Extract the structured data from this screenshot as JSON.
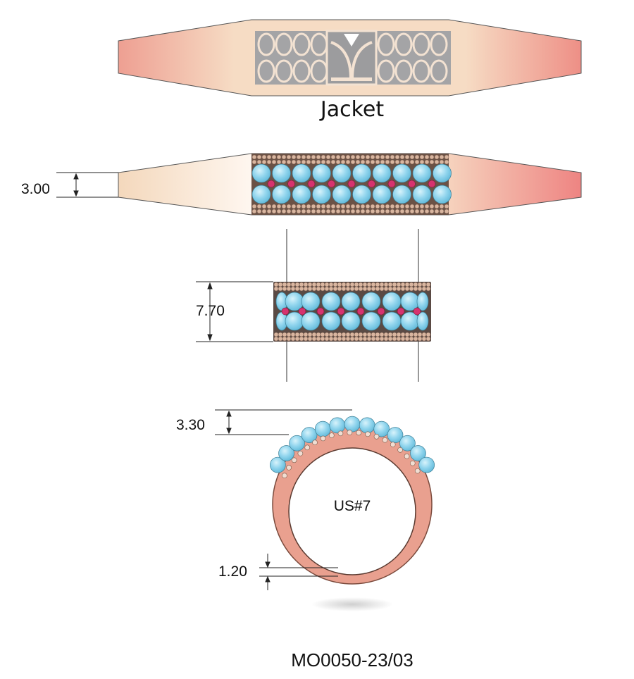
{
  "title": "Jacket",
  "drawing_code": "MO0050-23/03",
  "ring_size": "US#7",
  "dimensions": {
    "band_end_height": "3.00",
    "band_width": "7.70",
    "stone_height": "3.30",
    "shank_thickness": "1.20"
  },
  "colors": {
    "rose_gold": "#e9a08f",
    "cream": "#f6dcc4",
    "pattern_gray": "#a4a4a6",
    "aqua_stone": "#8fd3ec",
    "pink_stone": "#d6336f",
    "bead": "#d9b6a0"
  }
}
